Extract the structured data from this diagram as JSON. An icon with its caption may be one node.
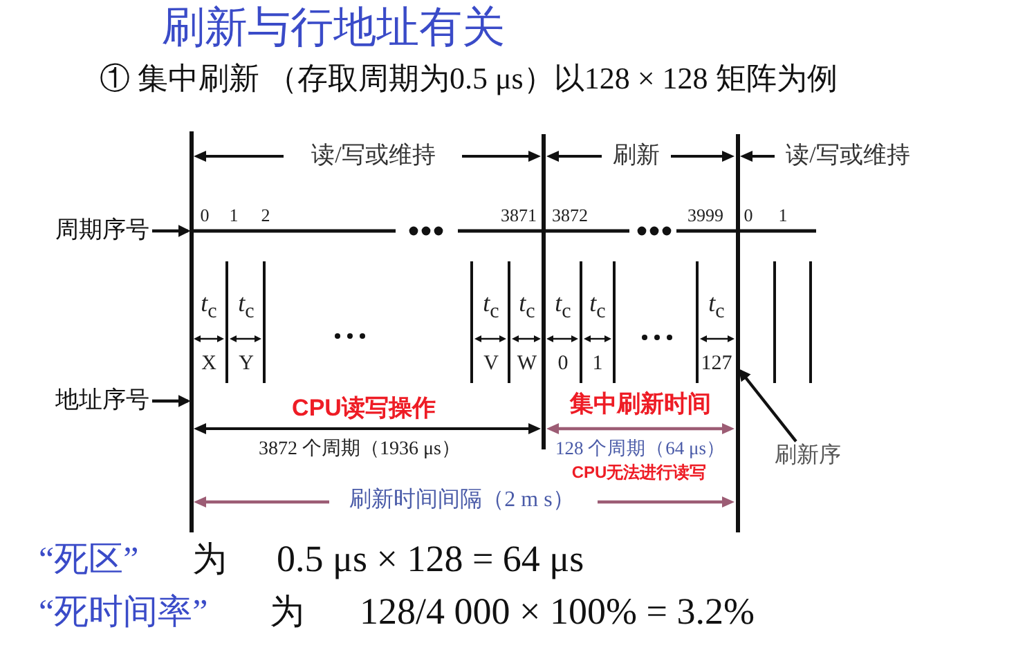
{
  "diagram": {
    "title": "刷新与行地址有关",
    "nodes": [
      {
        "text": [
          "周期序号"
        ]
      },
      {
        "text": [
          "地址序号"
        ]
      },
      {
        "text": [
          "刷新序"
        ]
      },
      {
        "text": [],
        "shape": "line"
      },
      {
        "text": [],
        "shape": "line"
      }
    ],
    "edges": [
      {
        "from": 0,
        "to": 3,
        "arrow": "to"
      },
      {
        "from": 1,
        "to": 3,
        "arrow": "to"
      },
      {
        "from": 2,
        "to": 4,
        "arrow": "to"
      }
    ],
    "labels": [
      "① 集中刷新 （存取周期为0.5 μs）以128 × 128 矩阵为例",
      "读/写或维持",
      "刷新",
      "读/写或维持",
      "0",
      "1",
      "2",
      "3871",
      "3872",
      "3999",
      "0",
      "1",
      "*t*$_{c}$",
      "*t*$_{c}$",
      "*t*$_{c}$",
      "*t*$_{c}$",
      "*t*$_{c}$",
      "*t*$_{c}$",
      "*t*$_{c}$",
      "X",
      "Y",
      "V",
      "W",
      "0",
      "1",
      "127",
      "CPU读写操作",
      "集中刷新时间",
      "3872 个周期（1936 μs）",
      "128 个周期（64 μs）",
      "CPU无法进行读写",
      "刷新时间间隔（2 m s）",
      "“死区”",
      "为",
      "0.5 μs × 128 = 64 μs",
      "“死时间率”",
      "为",
      "128/4 000 × 100% = 3.2%"
    ]
  }
}
